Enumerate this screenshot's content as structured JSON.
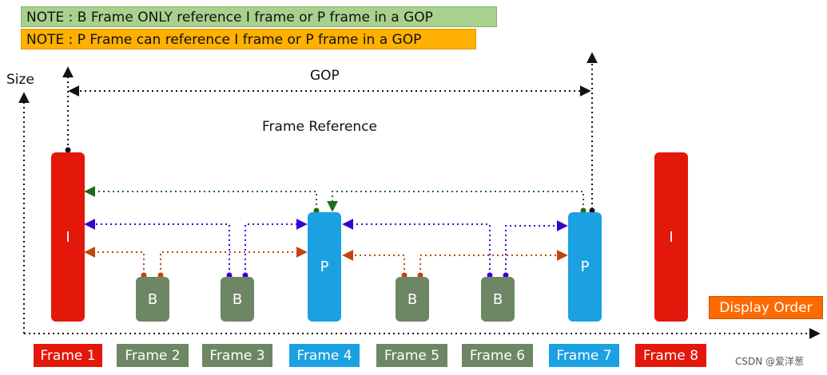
{
  "notes": {
    "b_frame": "NOTE : B Frame ONLY reference I frame or P frame in a GOP",
    "p_frame": "NOTE : P Frame can reference I frame or P frame in a GOP"
  },
  "labels": {
    "size": "Size",
    "gop": "GOP",
    "frame_reference": "Frame Reference",
    "display_order": "Display Order"
  },
  "frames": [
    {
      "type": "I",
      "label": "Frame 1",
      "color": "#e3170a"
    },
    {
      "type": "B",
      "label": "Frame 2",
      "color": "#6d8764"
    },
    {
      "type": "B",
      "label": "Frame 3",
      "color": "#6d8764"
    },
    {
      "type": "P",
      "label": "Frame 4",
      "color": "#1ba1e2"
    },
    {
      "type": "B",
      "label": "Frame 5",
      "color": "#6d8764"
    },
    {
      "type": "B",
      "label": "Frame 6",
      "color": "#6d8764"
    },
    {
      "type": "P",
      "label": "Frame 7",
      "color": "#1ba1e2"
    },
    {
      "type": "I",
      "label": "Frame 8",
      "color": "#e3170a"
    }
  ],
  "colors": {
    "b_reference_arrow": "#c1440e",
    "b_reference_arrow_alt": "#3a00cc",
    "p_reference_arrow": "#1e6b1e",
    "axis": "#111111"
  },
  "watermark": "CSDN @爱洋葱"
}
